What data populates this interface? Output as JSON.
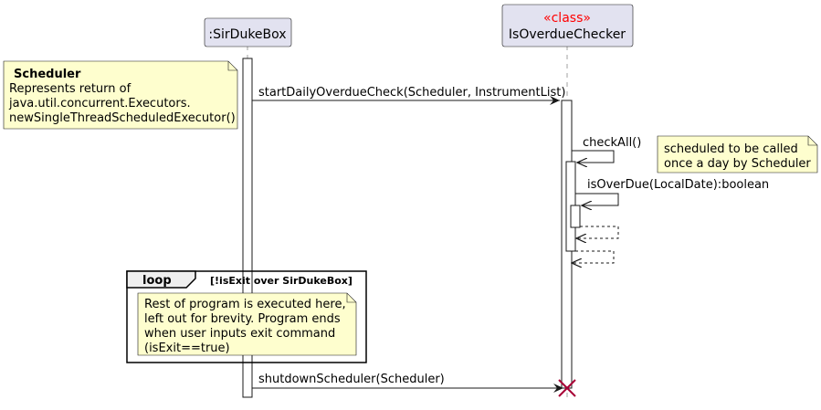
{
  "participants": {
    "sirdukebox": {
      "label": ":SirDukeBox"
    },
    "checker": {
      "stereotype": "«class»",
      "label": "IsOverdueChecker"
    }
  },
  "notes": {
    "scheduler": {
      "title": "Scheduler",
      "lines": [
        "Represents return of",
        "java.util.concurrent.Executors.",
        "newSingleThreadScheduledExecutor()"
      ]
    },
    "scheduled": {
      "lines": [
        "scheduled to be called",
        "once a day by Scheduler"
      ]
    },
    "rest": {
      "lines": [
        "Rest of program is executed here,",
        "left out for brevity. Program ends",
        "when user inputs exit command",
        "(isExit==true)"
      ]
    }
  },
  "messages": {
    "start": "startDailyOverdueCheck(Scheduler, InstrumentList)",
    "checkAll": "checkAll()",
    "isOverDue": "isOverDue(LocalDate):boolean",
    "shutdown": "shutdownScheduler(Scheduler)"
  },
  "loop": {
    "keyword": "loop",
    "guard": "[!isExit over SirDukeBox]"
  },
  "colors": {
    "participant_fill": "#e2e2f0",
    "note_fill": "#fefece",
    "line": "#181818",
    "lifeline": "#a0a0a0",
    "destroy": "#a80036",
    "stereotype": "#ff0000"
  }
}
